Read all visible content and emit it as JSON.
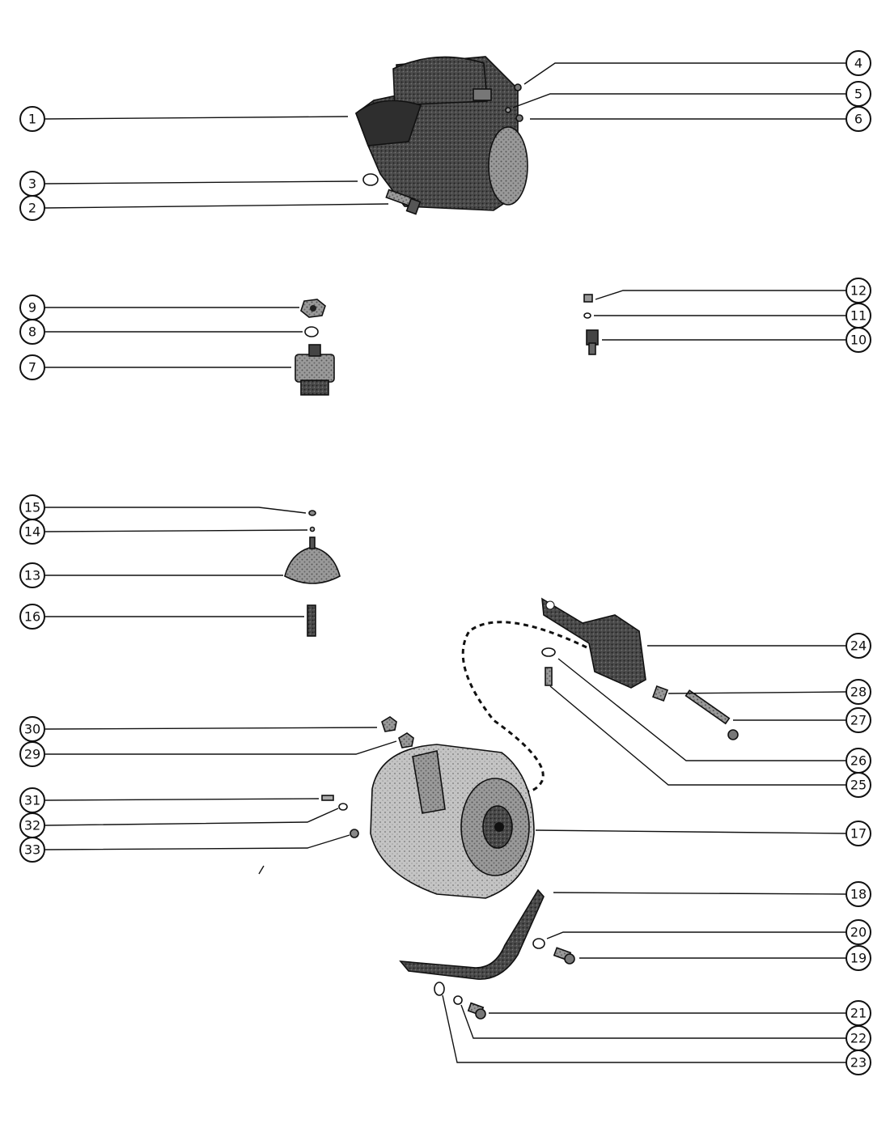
{
  "diagram": {
    "type": "exploded-parts-diagram",
    "callouts": [
      "1",
      "2",
      "3",
      "4",
      "5",
      "6",
      "7",
      "8",
      "9",
      "10",
      "11",
      "12",
      "13",
      "14",
      "15",
      "16",
      "17",
      "18",
      "19",
      "20",
      "21",
      "22",
      "23",
      "24",
      "25",
      "26",
      "27",
      "28",
      "29",
      "30",
      "31",
      "32",
      "33"
    ],
    "colors": {
      "ink": "#111111",
      "part_fill": "#8a8a8a",
      "part_light": "#bdbdbd",
      "paper": "#ffffff"
    }
  }
}
